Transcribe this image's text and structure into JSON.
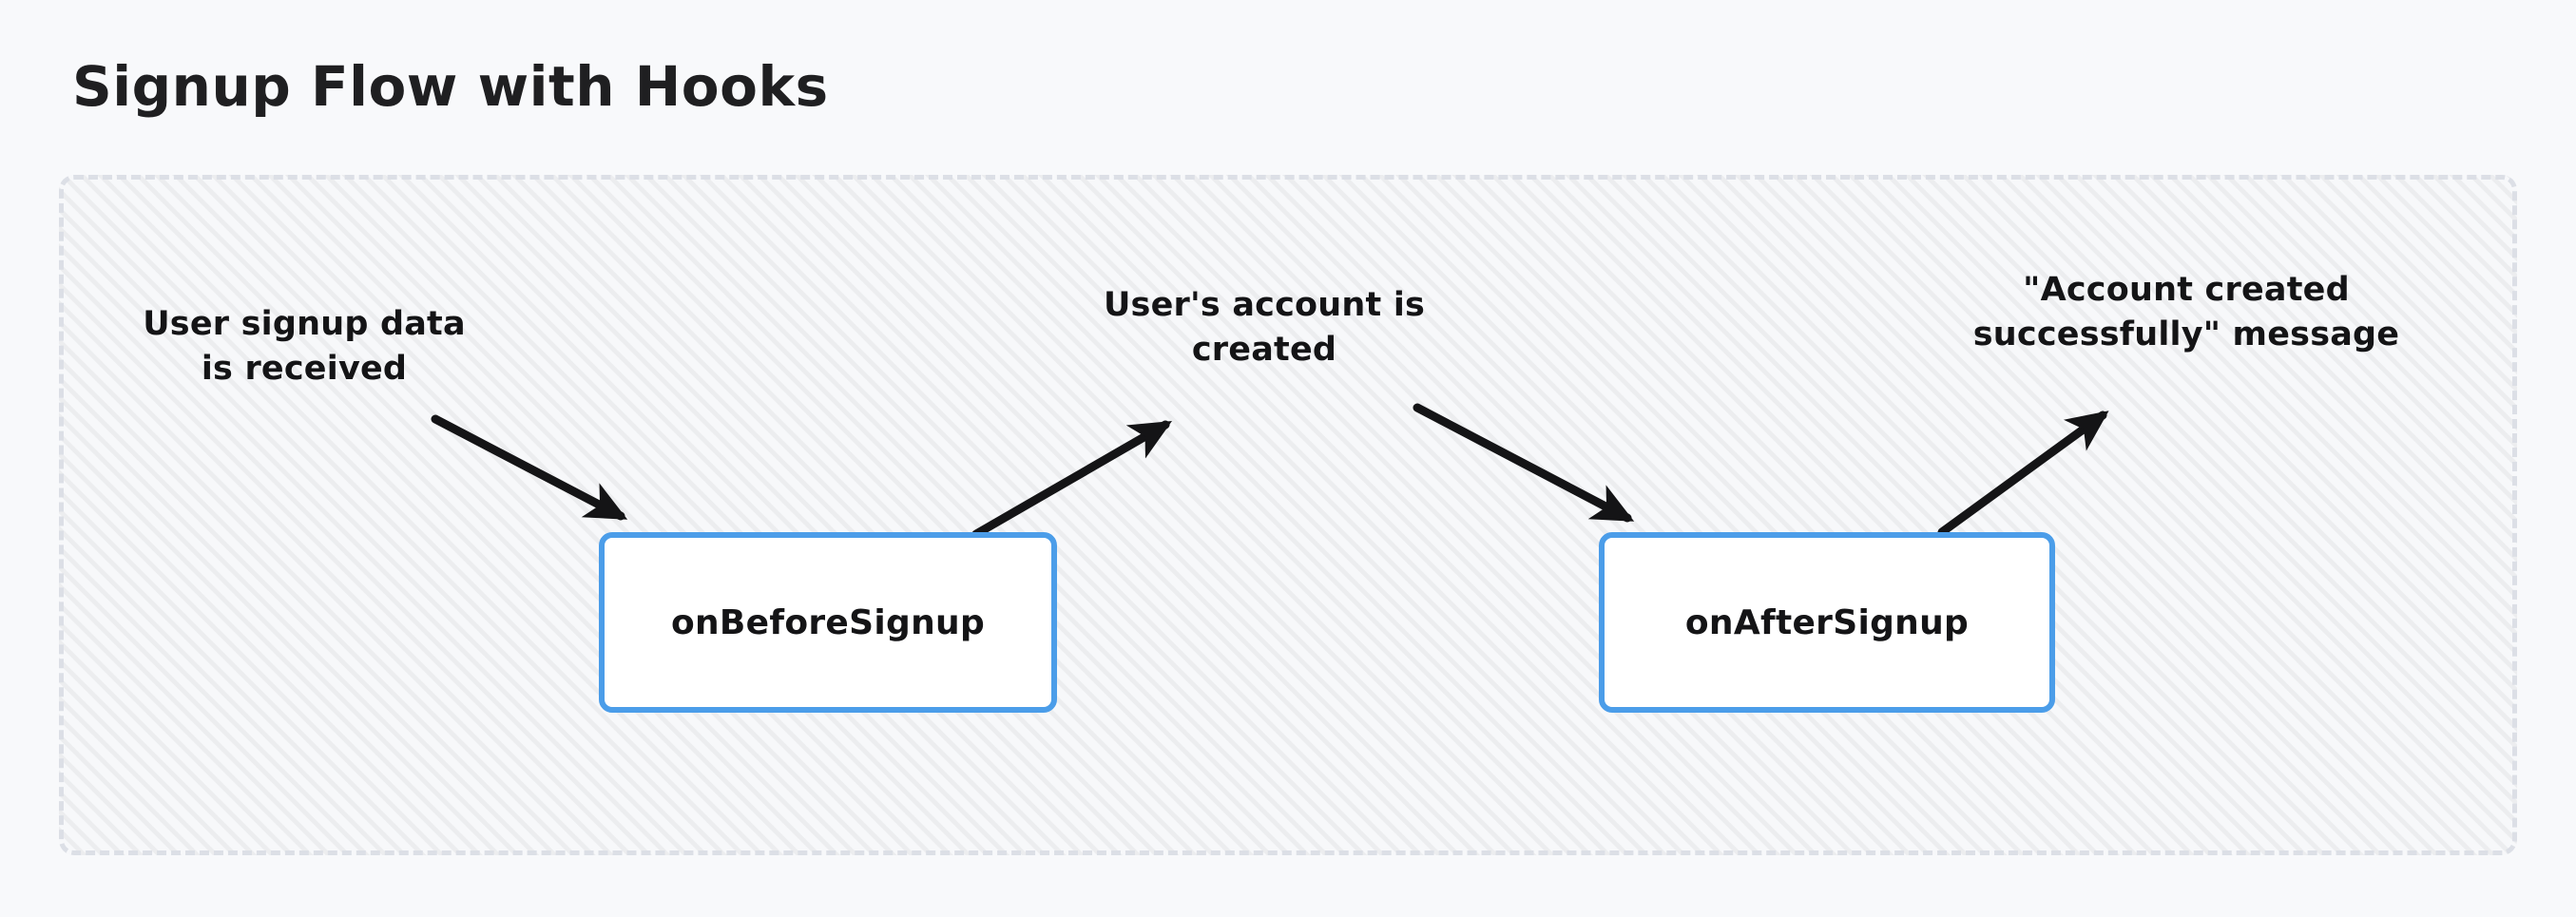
{
  "title": "Signup Flow with Hooks",
  "colors": {
    "page_background": "#f8f9fb",
    "container_fill": "#f7f8fa",
    "container_border": "#dcdfe6",
    "node_border": "#4b9de9",
    "node_fill": "#ffffff",
    "arrow": "#141416",
    "text": "#141416"
  },
  "container": {
    "style": "dashed-rounded-hatched"
  },
  "nodes": [
    {
      "id": "onBeforeSignup",
      "label": "onBeforeSignup"
    },
    {
      "id": "onAfterSignup",
      "label": "onAfterSignup"
    }
  ],
  "annotations": [
    {
      "id": "user-signup-data",
      "text": "User signup data\nis received"
    },
    {
      "id": "account-created",
      "text": "User's account is\ncreated"
    },
    {
      "id": "success-message",
      "text": "\"Account created\nsuccessfully\" message"
    }
  ],
  "arrows": [
    {
      "id": "arrow-input-to-before",
      "from": "user-signup-data",
      "to": "onBeforeSignup",
      "direction": "down-right"
    },
    {
      "id": "arrow-before-to-created",
      "from": "onBeforeSignup",
      "to": "account-created",
      "direction": "up-right"
    },
    {
      "id": "arrow-created-to-after",
      "from": "account-created",
      "to": "onAfterSignup",
      "direction": "down-right"
    },
    {
      "id": "arrow-after-to-message",
      "from": "onAfterSignup",
      "to": "success-message",
      "direction": "up-right"
    }
  ]
}
